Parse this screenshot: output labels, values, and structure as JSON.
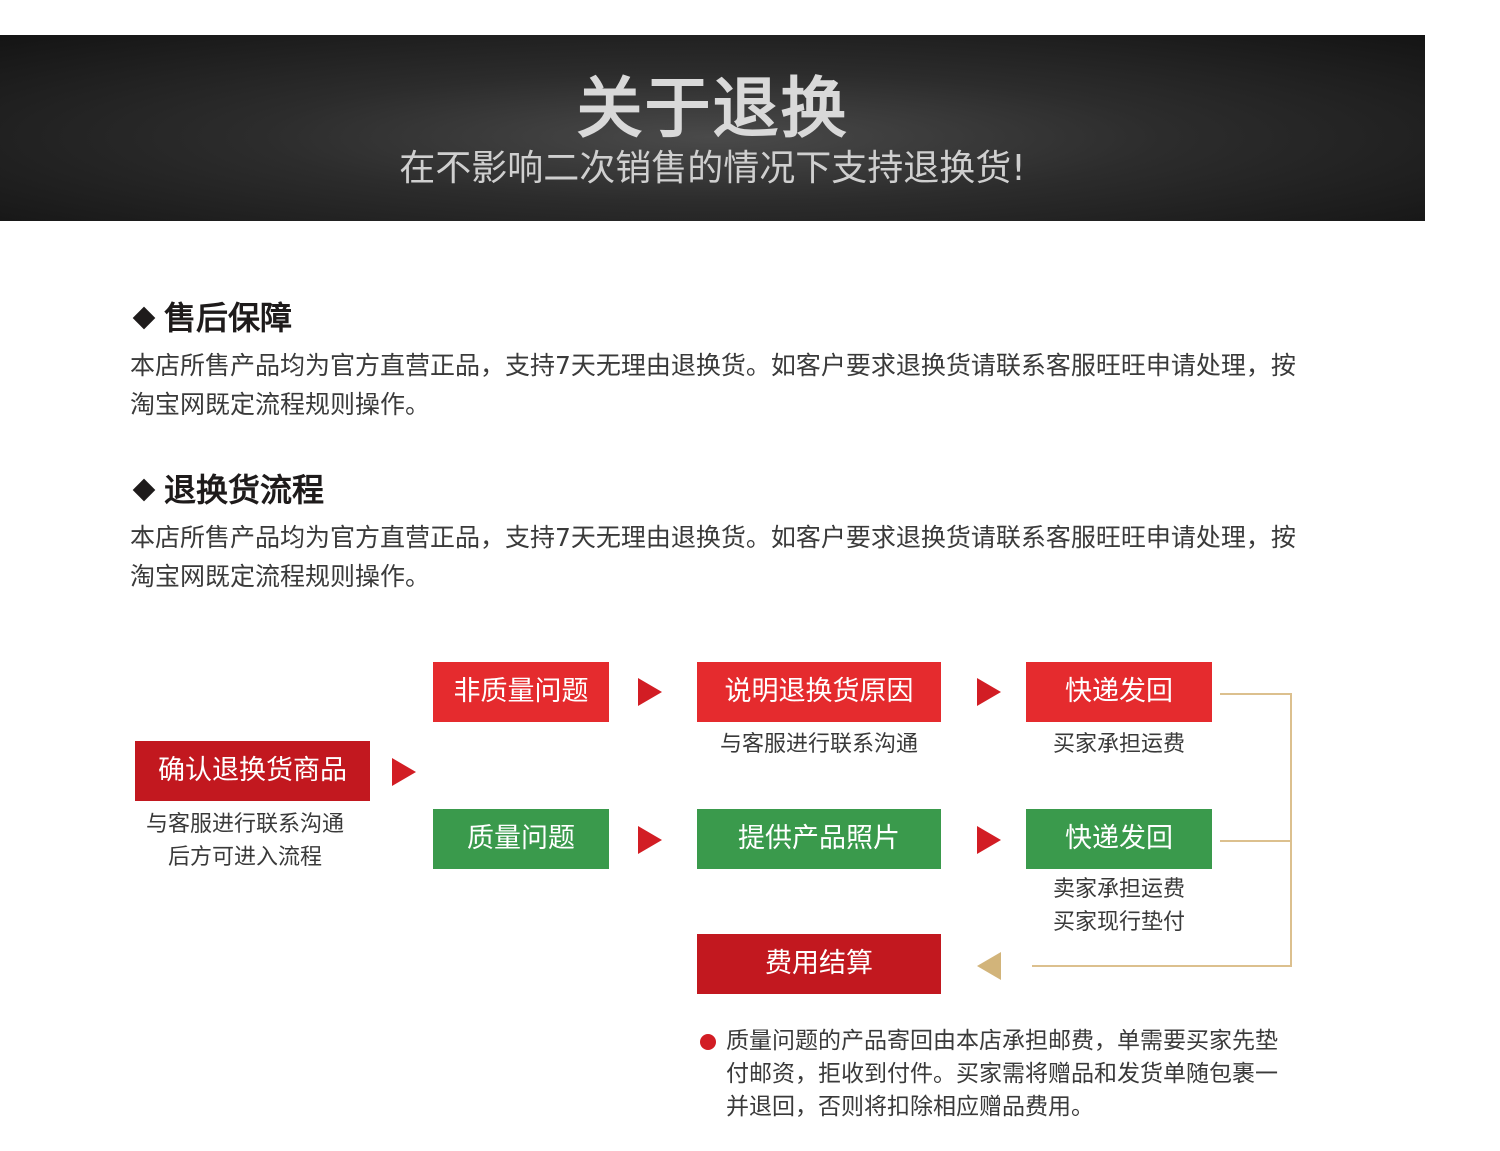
{
  "banner": {
    "title": "关于退换",
    "subtitle": "在不影响二次销售的情况下支持退换货!"
  },
  "sections": [
    {
      "heading": "售后保障",
      "body": "本店所售产品均为官方直营正品，支持7天无理由退换货。如客户要求退换货请联系客服旺旺申请处理，按淘宝网既定流程规则操作。"
    },
    {
      "heading": "退换货流程",
      "body": "本店所售产品均为官方直营正品，支持7天无理由退换货。如客户要求退换货请联系客服旺旺申请处理，按淘宝网既定流程规则操作。"
    }
  ],
  "flow": {
    "start": {
      "label": "确认退换货商品",
      "caption_line1": "与客服进行联系沟通",
      "caption_line2": "后方可进入流程"
    },
    "non_quality": {
      "label": "非质量问题",
      "step2": "说明退换货原因",
      "step2_caption": "与客服进行联系沟通",
      "step3": "快递发回",
      "step3_caption": "买家承担运费"
    },
    "quality": {
      "label": "质量问题",
      "step2": "提供产品照片",
      "step3": "快递发回",
      "step3_caption_line1": "卖家承担运费",
      "step3_caption_line2": "买家现行垫付"
    },
    "settle": {
      "label": "费用结算"
    },
    "note": "质量问题的产品寄回由本店承担邮费，单需要买家先垫付邮资，拒收到付件。买家需将赠品和发货单随包裹一并退回，否则将扣除相应赠品费用。"
  },
  "colors": {
    "red": "#e52b2e",
    "dark_red": "#c2181f",
    "green": "#3a9a4c",
    "gold_line": "#dcc08e"
  }
}
